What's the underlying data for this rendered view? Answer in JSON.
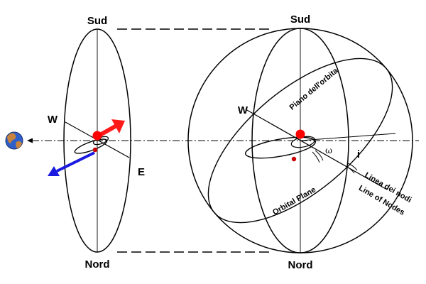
{
  "left_view": {
    "top_label": "Sud",
    "bottom_label": "Nord",
    "west_label": "W",
    "east_label": "E"
  },
  "right_view": {
    "top_label": "Sud",
    "bottom_label": "Nord",
    "west_label": "W",
    "orbit_plane_it": "Piano dell'orbita",
    "orbit_plane_en": "Orbital Plane",
    "line_of_nodes_it": "Linea dei nodi",
    "line_of_nodes_en": "Line of Nodes",
    "inclination_symbol": "i",
    "argument_symbol": "ω"
  },
  "colors": {
    "primary_body": "#ff0000",
    "companion_body": "#cc0000",
    "red_arrow": "#ff1a1a",
    "blue_arrow": "#1a1ae0",
    "earth_ocean": "#2f5fc8",
    "earth_land": "#c8843c"
  },
  "icons": {
    "earth": "earth-icon"
  }
}
